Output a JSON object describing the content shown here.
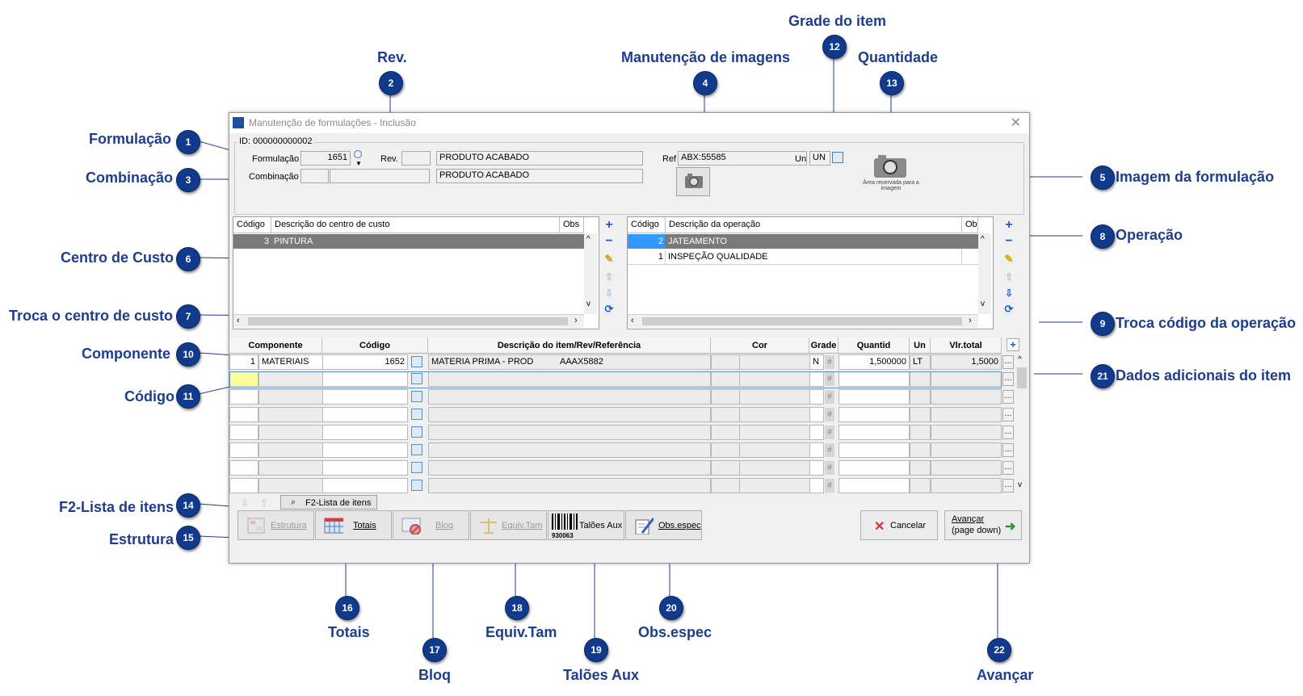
{
  "window": {
    "title": "Manutenção de formulações - Inclusão"
  },
  "header": {
    "id_label": "ID: 000000000002",
    "formulacao_label": "Formulação",
    "formulacao_value": "1651",
    "rev_label": "Rev.",
    "rev_value": "",
    "produto_desc": "PRODUTO ACABADO",
    "combinacao_label": "Combinação",
    "combinacao_desc": "PRODUTO ACABADO",
    "ref_label": "Ref",
    "ref_value": "ABX:55585",
    "un_label": "Un",
    "un_value": "UN",
    "image_placeholder": "Área reservada para a imagem"
  },
  "cost_center_grid": {
    "columns": [
      "Código",
      "Descrição do centro de custo",
      "Obs"
    ],
    "rows": [
      {
        "codigo": "3",
        "descricao": "PINTURA",
        "obs": ""
      }
    ]
  },
  "operation_grid": {
    "columns": [
      "Código",
      "Descrição da operação",
      "Obs"
    ],
    "rows": [
      {
        "codigo": "2",
        "descricao": "JATEAMENTO",
        "obs": ""
      },
      {
        "codigo": "1",
        "descricao": "INSPEÇÃO QUALIDADE",
        "obs": ""
      }
    ]
  },
  "items_grid": {
    "columns": [
      "Componente",
      "Código",
      "Descrição do item/Rev/Referência",
      "Cor",
      "Grade",
      "Quantid",
      "Un",
      "Vlr.total"
    ],
    "rows": [
      {
        "seq": "1",
        "componente": "MATERIAIS",
        "codigo": "1652",
        "descricao": "MATERIA PRIMA - PROD",
        "referencia": "AAAX5882",
        "grade": "N",
        "quantidade": "1,500000",
        "un": "LT",
        "vlr_total": "1,5000"
      }
    ]
  },
  "buttons": {
    "f2_lista": "F2-Lista de itens",
    "estrutura": "Estrutura",
    "totais": "Totais",
    "bloq": "Bloq",
    "equiv_tam": "Equiv.Tam",
    "taloes_aux": "Talões Aux",
    "barcode_num": "930063",
    "obs_espec": "Obs.espec",
    "cancelar": "Cancelar",
    "avancar_line1": "Avançar",
    "avancar_line2": "(page down)"
  },
  "callouts": [
    {
      "n": "1",
      "label": "Formulação"
    },
    {
      "n": "2",
      "label": "Rev."
    },
    {
      "n": "3",
      "label": "Combinação"
    },
    {
      "n": "4",
      "label": "Manutenção de imagens"
    },
    {
      "n": "5",
      "label": "Imagem da formulação"
    },
    {
      "n": "6",
      "label": "Centro de Custo"
    },
    {
      "n": "7",
      "label": "Troca o centro de custo"
    },
    {
      "n": "8",
      "label": "Operação"
    },
    {
      "n": "9",
      "label": "Troca código da operação"
    },
    {
      "n": "10",
      "label": "Componente"
    },
    {
      "n": "11",
      "label": "Código"
    },
    {
      "n": "12",
      "label": "Grade do item"
    },
    {
      "n": "13",
      "label": "Quantidade"
    },
    {
      "n": "14",
      "label": "F2-Lista de itens"
    },
    {
      "n": "15",
      "label": "Estrutura"
    },
    {
      "n": "16",
      "label": "Totais"
    },
    {
      "n": "17",
      "label": "Bloq"
    },
    {
      "n": "18",
      "label": "Equiv.Tam"
    },
    {
      "n": "19",
      "label": "Talões Aux"
    },
    {
      "n": "20",
      "label": "Obs.espec"
    },
    {
      "n": "21",
      "label": "Dados adicionais do item"
    },
    {
      "n": "22",
      "label": "Avançar"
    }
  ],
  "colors": {
    "callout_text": "#1f3d8f",
    "badge": "#123a8c",
    "selected_row": "#7a7a7a",
    "selected_code": "#3399ff"
  }
}
